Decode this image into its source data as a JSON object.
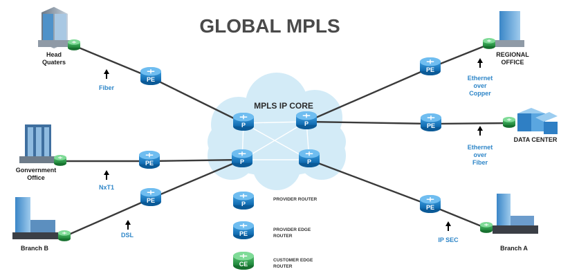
{
  "title": "GLOBAL MPLS",
  "core_label": "MPLS IP CORE",
  "router_labels": {
    "provider": "P",
    "provider_edge": "PE",
    "customer_edge": "CE"
  },
  "sites": {
    "head_quarters": "Head\nQuaters",
    "government_office": "Gonvernment\nOffice",
    "branch_b": "Branch B",
    "regional_office": "REGIONAL\nOFFICE",
    "data_center": "DATA CENTER",
    "branch_a": "Branch A"
  },
  "links": {
    "head_quarters": "Fiber",
    "government_office": "NxT1",
    "branch_b": "DSL",
    "regional_office": "Ethernet\nover\nCopper",
    "data_center": "Ethernet\nover\nFiber",
    "branch_a": "IP SEC"
  },
  "legend": {
    "provider_router": "PROVIDER ROUTER",
    "provider_edge_router": "PROVIDER EDGE\nROUTER",
    "customer_edge_router": "CUSTOMER EDGE\nROUTER"
  },
  "colors": {
    "router_blue": "#1e88d2",
    "router_green": "#2da84f",
    "cloud": "#d3ebf7",
    "line": "#3a3a3a",
    "link_text": "#2e86c8"
  }
}
